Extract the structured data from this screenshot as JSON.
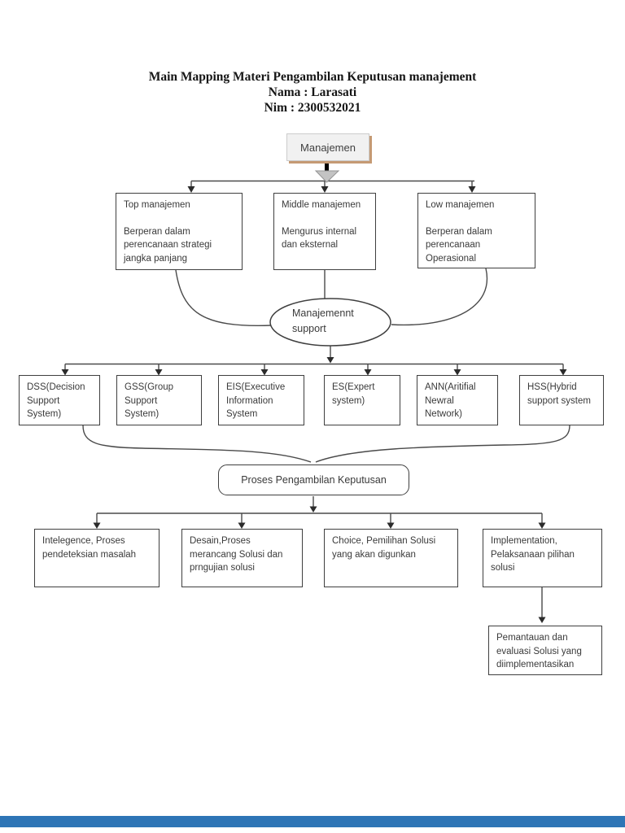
{
  "header": {
    "line1": "Main Mapping Materi Pengambilan Keputusan manajement",
    "line2": "Nama : Larasati",
    "line3": "Nim : 2300532021"
  },
  "diagram": {
    "root": {
      "label": "Manajemen"
    },
    "level1": [
      {
        "title": "Top manajemen",
        "desc": "Berperan dalam perencanaan strategi jangka panjang"
      },
      {
        "title": "Middle manajemen",
        "desc": "Mengurus internal dan eksternal"
      },
      {
        "title": "Low manajemen",
        "desc": "Berperan dalam perencanaan Operasional"
      }
    ],
    "hub": {
      "label": "Manajemennt support"
    },
    "systems": [
      {
        "label": "DSS(Decision Support System)"
      },
      {
        "label": "GSS(Group Support System)"
      },
      {
        "label": "EIS(Executive Information System"
      },
      {
        "label": "ES(Expert system)"
      },
      {
        "label": "ANN(Aritifial Newral Network)"
      },
      {
        "label": "HSS(Hybrid support system"
      }
    ],
    "process": {
      "label": "Proses Pengambilan Keputusan"
    },
    "steps": [
      {
        "label": "Intelegence, Proses pendeteksian masalah"
      },
      {
        "label": "Desain,Proses merancang Solusi dan prngujian solusi"
      },
      {
        "label": "Choice, Pemilihan Solusi yang akan digunkan"
      },
      {
        "label": "Implementation, Pelaksanaan pilihan solusi"
      }
    ],
    "monitoring": {
      "label": "Pemantauan dan evaluasi Solusi yang diimplementasikan"
    }
  },
  "colors": {
    "line": "#4a4a4a",
    "box_border": "#3f3f3f",
    "root_fill": "#f1f1f1",
    "root_shadow": "#c59a74",
    "big_arrow_shaft": "#000000",
    "big_arrow_head": "#c3c3c3",
    "footer_bar": "#2e75b6",
    "background": "#ffffff"
  }
}
